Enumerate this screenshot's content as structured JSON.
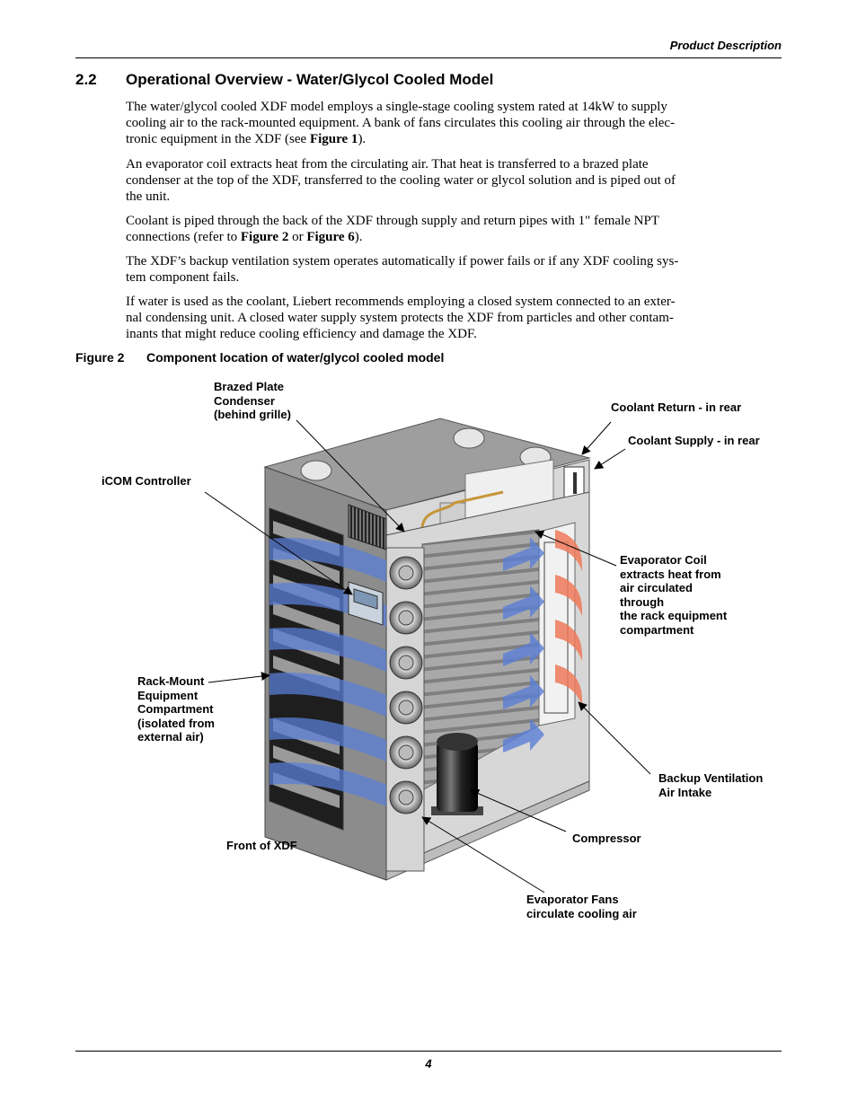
{
  "header": {
    "section_name": "Product Description"
  },
  "section": {
    "number": "2.2",
    "title": "Operational Overview - Water/Glycol Cooled Model"
  },
  "paragraphs": [
    {
      "lines": [
        [
          {
            "t": "The water/glycol cooled XDF model employs a single-stage cooling system rated at 14kW to supply"
          }
        ],
        [
          {
            "t": "cooling air to the rack-mounted equipment. A bank of fans circulates this cooling air through the elec-"
          }
        ],
        [
          {
            "t": "tronic equipment in the XDF (see "
          },
          {
            "t": "Figure 1",
            "b": true
          },
          {
            "t": ")."
          }
        ]
      ]
    },
    {
      "lines": [
        [
          {
            "t": "An evaporator coil extracts heat from the circulating air. That heat is transferred to a brazed plate"
          }
        ],
        [
          {
            "t": "condenser at the top of the XDF, transferred to the cooling water or glycol solution and is piped out of"
          }
        ],
        [
          {
            "t": "the unit."
          }
        ]
      ]
    },
    {
      "lines": [
        [
          {
            "t": "Coolant is piped through the back of the XDF through supply and return pipes with 1\" female NPT"
          }
        ],
        [
          {
            "t": "connections (refer to "
          },
          {
            "t": "Figure 2",
            "b": true
          },
          {
            "t": " or "
          },
          {
            "t": "Figure 6",
            "b": true
          },
          {
            "t": ")."
          }
        ]
      ]
    },
    {
      "lines": [
        [
          {
            "t": "The XDF’s backup ventilation system operates automatically if power fails or if any XDF cooling sys-"
          }
        ],
        [
          {
            "t": "tem component fails."
          }
        ]
      ]
    },
    {
      "lines": [
        [
          {
            "t": "If water is used as the coolant, Liebert recommends employing a closed system connected to an exter-"
          }
        ],
        [
          {
            "t": "nal condensing unit. A closed water supply system protects the XDF from particles and other contam-"
          }
        ],
        [
          {
            "t": "inants that might reduce cooling efficiency and damage the XDF."
          }
        ]
      ]
    }
  ],
  "figure": {
    "number": "Figure 2",
    "caption": "Component location of water/glycol cooled model",
    "labels": {
      "brazed_plate": "Brazed Plate\nCondenser\n(behind grille)",
      "coolant_return": "Coolant Return - in rear",
      "coolant_supply": "Coolant Supply - in rear",
      "icom": "iCOM Controller",
      "evap_coil": "Evaporator Coil\nextracts heat from\nair circulated\nthrough\nthe rack equipment\ncompartment",
      "rack_mount": "Rack-Mount\nEquipment\nCompartment\n(isolated from\nexternal air)",
      "backup_vent": "Backup Ventilation\nAir Intake",
      "compressor": "Compressor",
      "front": "Front of XDF",
      "evap_fans": "Evaporator Fans\ncirculate cooling air"
    },
    "colors": {
      "cabinet_gray": "#8c8c8c",
      "top_gray": "#9e9e9e",
      "airflow_blue": "#5b7fd6",
      "heat_red": "#ef7a5a"
    }
  },
  "footer": {
    "page_number": "4"
  }
}
